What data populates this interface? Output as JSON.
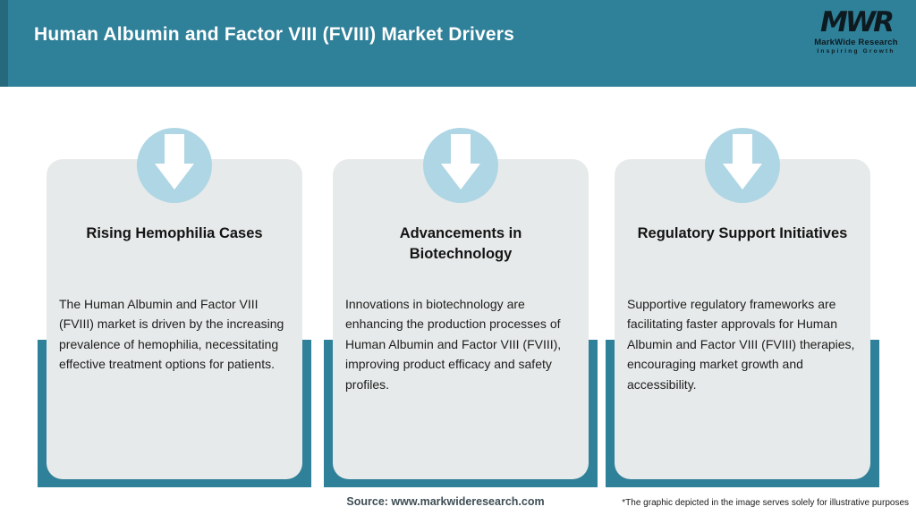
{
  "header": {
    "title": "Human Albumin and Factor VIII (FVIII) Market Drivers",
    "logo": {
      "monogram": "MWR",
      "name": "MarkWide Research",
      "tagline": "Inspiring Growth"
    }
  },
  "cards": [
    {
      "icon": "down-arrow-icon",
      "title": "Rising Hemophilia Cases",
      "body": "The Human Albumin and Factor VIII\n(FVIII) market is driven by the increasing\nprevalence of hemophilia, necessitating\neffective treatment options for patients."
    },
    {
      "icon": "down-arrow-icon",
      "title": "Advancements in\nBiotechnology",
      "body": "Innovations in biotechnology are\nenhancing the production processes of\nHuman Albumin and Factor VIII (FVIII),\nimproving product efficacy and safety\nprofiles."
    },
    {
      "icon": "down-arrow-icon",
      "title": "Regulatory Support Initiatives",
      "body": "Supportive regulatory frameworks are\nfacilitating faster approvals for Human\nAlbumin and Factor VIII (FVIII) therapies,\nencouraging market growth and\naccessibility."
    }
  ],
  "footer": {
    "source": "Source: www.markwideresearch.com",
    "disclaimer": "*The graphic depicted in the image serves solely for illustrative purposes"
  },
  "colors": {
    "teal": "#2F8099",
    "card_bg": "#E7EAEA",
    "circle_blue": "#AFD6E4",
    "arrow": "#FFFFFF",
    "header_text": "#FFFFFF"
  }
}
